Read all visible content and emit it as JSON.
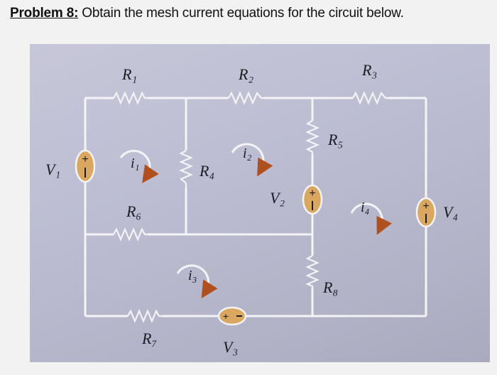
{
  "header": {
    "problem_label": "Problem 8:",
    "problem_text": " Obtain the mesh current equations for the circuit below."
  },
  "circuit": {
    "resistors": {
      "r1": "R₁",
      "r2": "R₂",
      "r3": "R₃",
      "r4": "R₄",
      "r5": "R₅",
      "r6": "R₆",
      "r7": "R₇",
      "r8": "R₈"
    },
    "sources": {
      "v1": "V₁",
      "v2": "V₂",
      "v3": "V₃",
      "v4": "V₄"
    },
    "mesh_currents": {
      "i1": "i₁",
      "i2": "i₂",
      "i3": "i₃",
      "i4": "i₄"
    },
    "wire_color": "#f4f4f6",
    "source_color": "#d9a760",
    "arrow_color": "#b0501f",
    "label_color": "#1b1b22"
  }
}
